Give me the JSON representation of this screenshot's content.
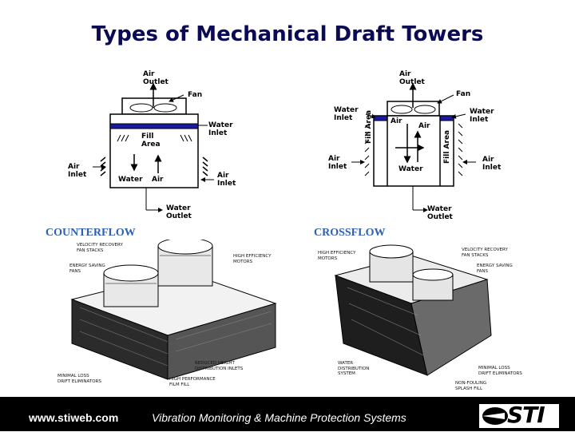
{
  "title": "Types of Mechanical Draft Towers",
  "counterflow": {
    "section": "COUNTERFLOW",
    "labels": {
      "air_outlet": "Air\nOutlet",
      "fan": "Fan",
      "fill_area": "Fill\nArea",
      "water_inlet": "Water\nInlet",
      "air_inlet_left": "Air\nInlet",
      "air_inlet_right": "Air\nInlet",
      "water": "Water",
      "air": "Air",
      "water_outlet": "Water\nOutlet"
    },
    "callouts": {
      "velocity_recovery": "VELOCITY RECOVERY\nFAN STACKS",
      "energy_saving": "ENERGY SAVING\nFANS",
      "high_efficiency": "HIGH EFFICIENCY\nMOTORS",
      "reduced_height": "REDUCED HEIGHT\nDISTRIBUTION INLETS",
      "minimal_loss": "MINIMAL LOSS\nDRIFT ELIMINATORS",
      "high_performance": "HIGH PERFORMANCE\nFILM FILL"
    }
  },
  "crossflow": {
    "section": "CROSSFLOW",
    "labels": {
      "air_outlet": "Air\nOutlet",
      "fan": "Fan",
      "water_inlet_left": "Water\nInlet",
      "water_inlet_right": "Water\nInlet",
      "air_top_left": "Air",
      "air_top_right": "Air",
      "fill_area_left": "Fill Area",
      "fill_area_right": "Fill Area",
      "air_inlet_left": "Air\nInlet",
      "air_inlet_right": "Air\nInlet",
      "water": "Water",
      "water_outlet": "Water\nOutlet"
    },
    "callouts": {
      "high_efficiency": "HIGH EFFICIENCY\nMOTORS",
      "velocity_recovery": "VELOCITY RECOVERY\nFAN STACKS",
      "energy_saving": "ENERGY SAVING\nFANS",
      "water_distribution": "WATER\nDISTRIBUTION\nSYSTEM",
      "minimal_loss": "MINIMAL LOSS\nDRIFT ELIMINATORS",
      "non_fouling": "NON-FOULING\nSPLASH FILL"
    }
  },
  "footer": {
    "url": "www.stiweb.com",
    "tagline": "Vibration Monitoring & Machine Protection Systems",
    "logo": "STI"
  },
  "colors": {
    "title": "#0a0a55",
    "section": "#2f5fb3",
    "water_band": "#1a1aa0",
    "footer_bg": "#000000"
  }
}
